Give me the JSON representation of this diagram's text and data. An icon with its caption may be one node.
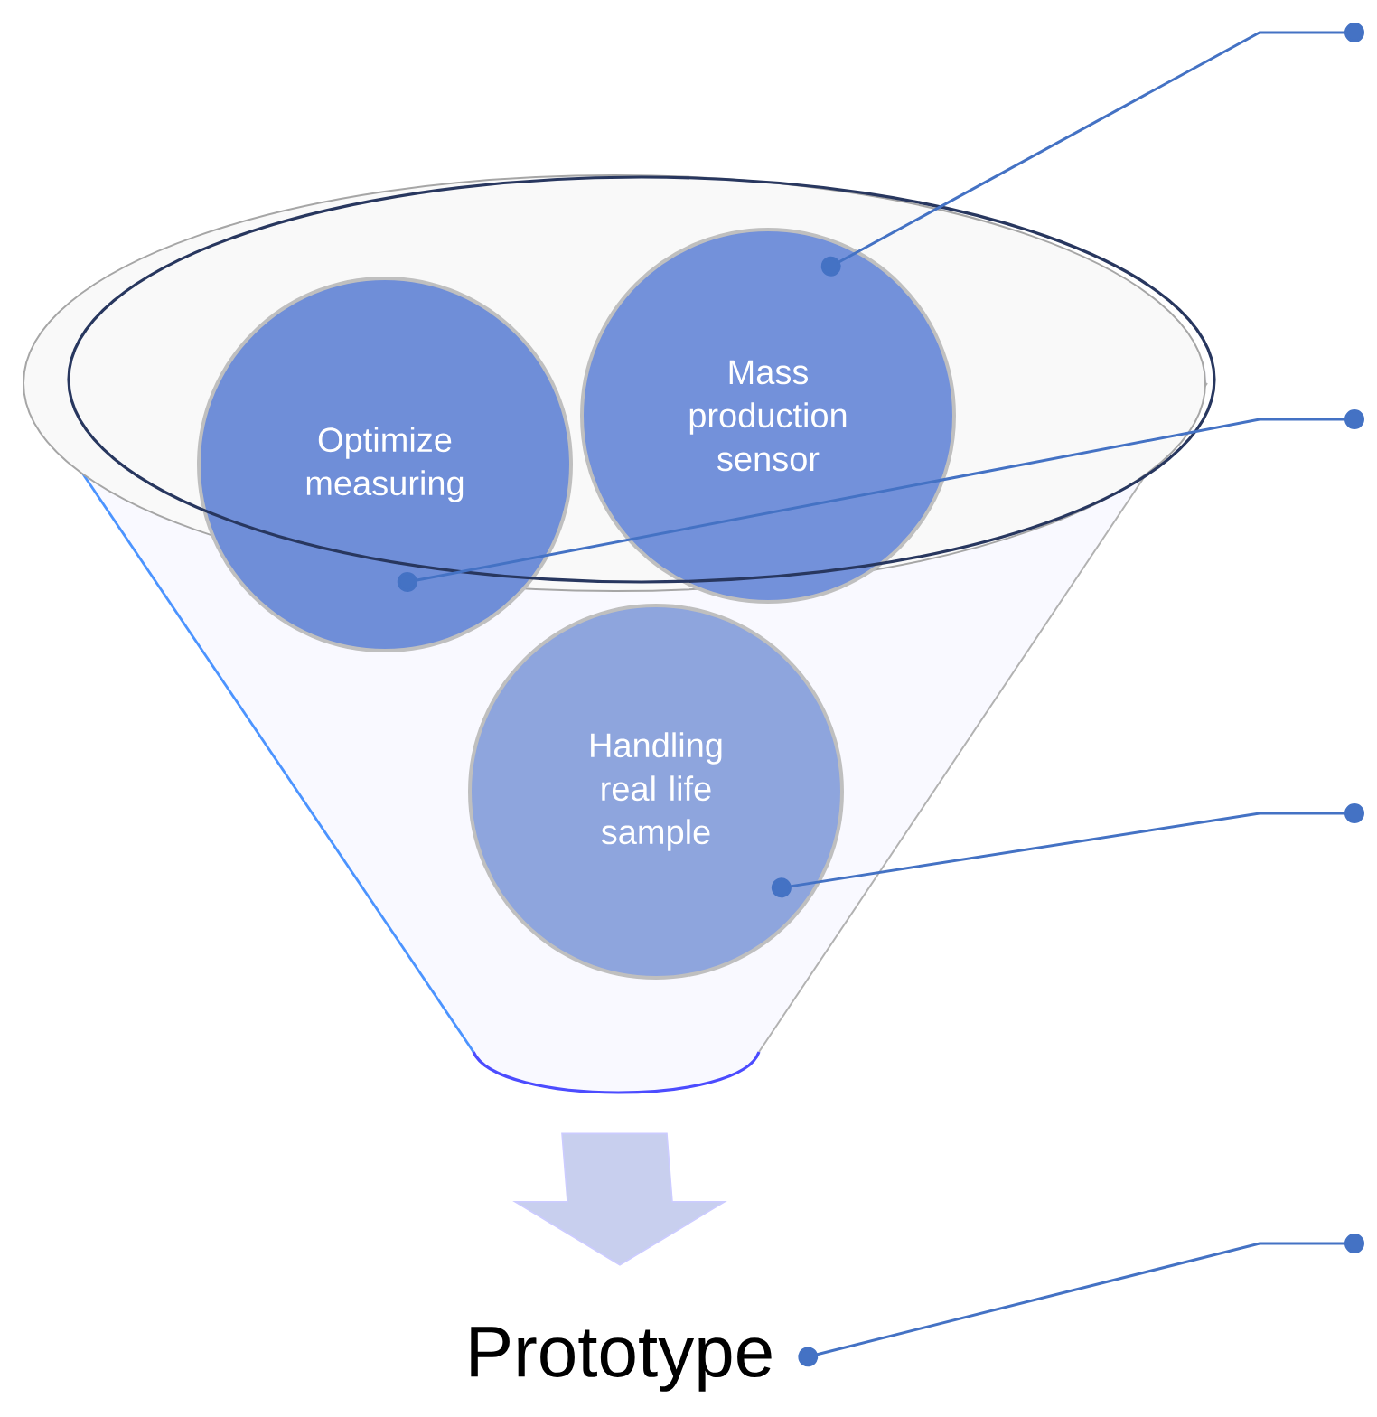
{
  "diagram": {
    "nodes": [
      {
        "text": [],
        "shape": "funnel"
      },
      {
        "text": [
          "Optimize measuring"
        ],
        "in": 0
      },
      {
        "text": [
          "Mass production sensor"
        ],
        "in": 0
      },
      {
        "text": [
          "Handling real life sample"
        ],
        "in": 0
      },
      {
        "text": [
          "Prototype"
        ]
      }
    ],
    "edges": [
      {
        "from": null,
        "to": 2,
        "arrow": "other"
      },
      {
        "from": null,
        "to": 1,
        "arrow": "other"
      },
      {
        "from": null,
        "to": 3,
        "arrow": "other"
      },
      {
        "from": null,
        "to": 4,
        "arrow": "other"
      },
      {
        "from": 0,
        "to": 4,
        "arrow": "to",
        "style": "thick",
        "color": "#c8cfee"
      }
    ]
  }
}
